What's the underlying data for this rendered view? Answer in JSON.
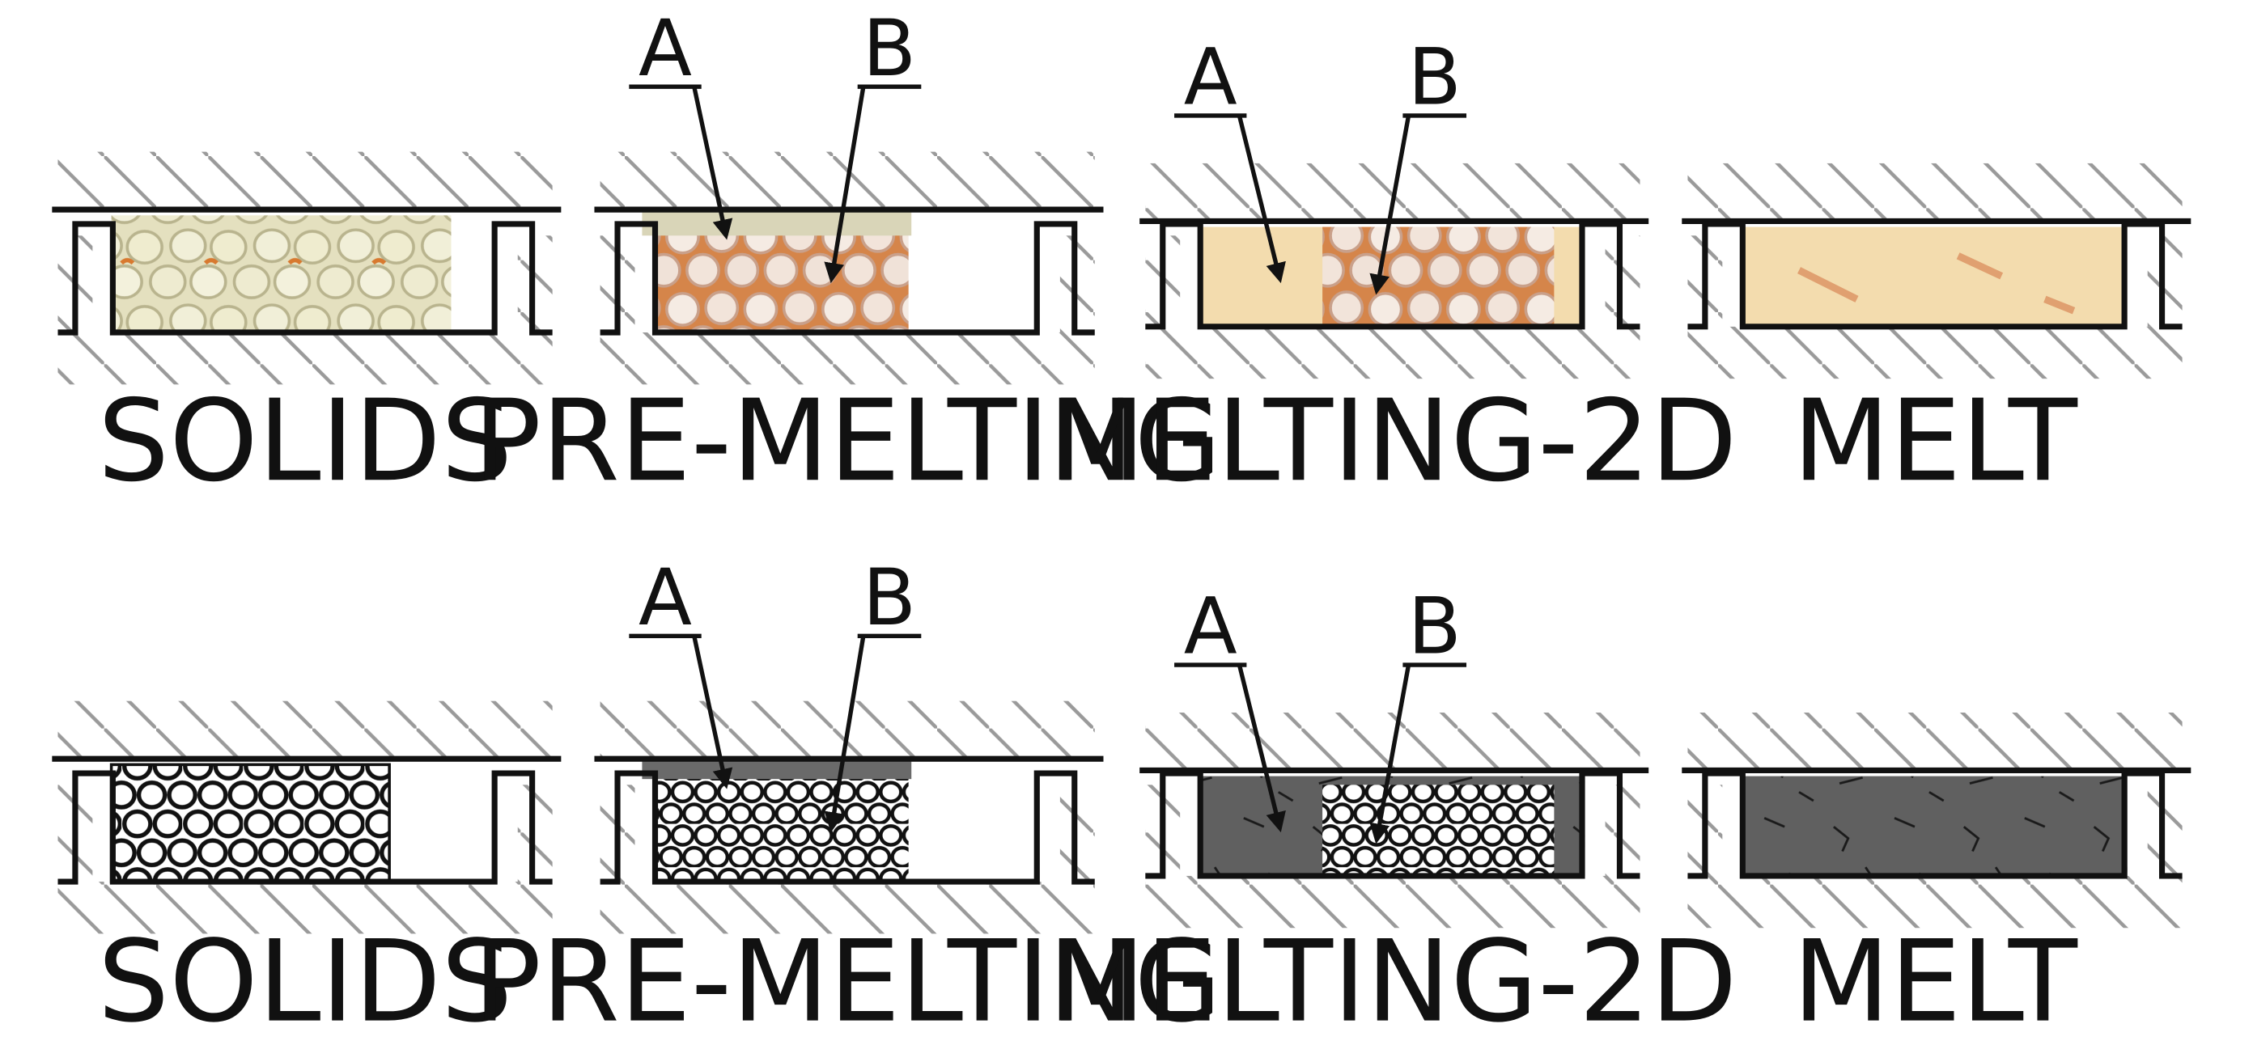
{
  "rows": [
    {
      "style": "photo",
      "panels": [
        {
          "label": "SOLIDS",
          "callouts": []
        },
        {
          "label": "PRE-MELTING",
          "callouts": [
            "A",
            "B"
          ]
        },
        {
          "label": "MELTING-2D",
          "callouts": [
            "A",
            "B"
          ]
        },
        {
          "label": "MELT",
          "callouts": []
        }
      ]
    },
    {
      "style": "schematic",
      "panels": [
        {
          "label": "SOLIDS",
          "callouts": []
        },
        {
          "label": "PRE-MELTING",
          "callouts": [
            "A",
            "B"
          ]
        },
        {
          "label": "MELTING-2D",
          "callouts": [
            "A",
            "B"
          ]
        },
        {
          "label": "MELT",
          "callouts": []
        }
      ]
    }
  ],
  "colors": {
    "photo_solid_fill": "#e6e3c3",
    "photo_orange": "#d8792f",
    "photo_melt_fill": "#f3dcae",
    "melt_gray": "#606060",
    "line": "#111111",
    "hatch": "#9a9a9a"
  }
}
